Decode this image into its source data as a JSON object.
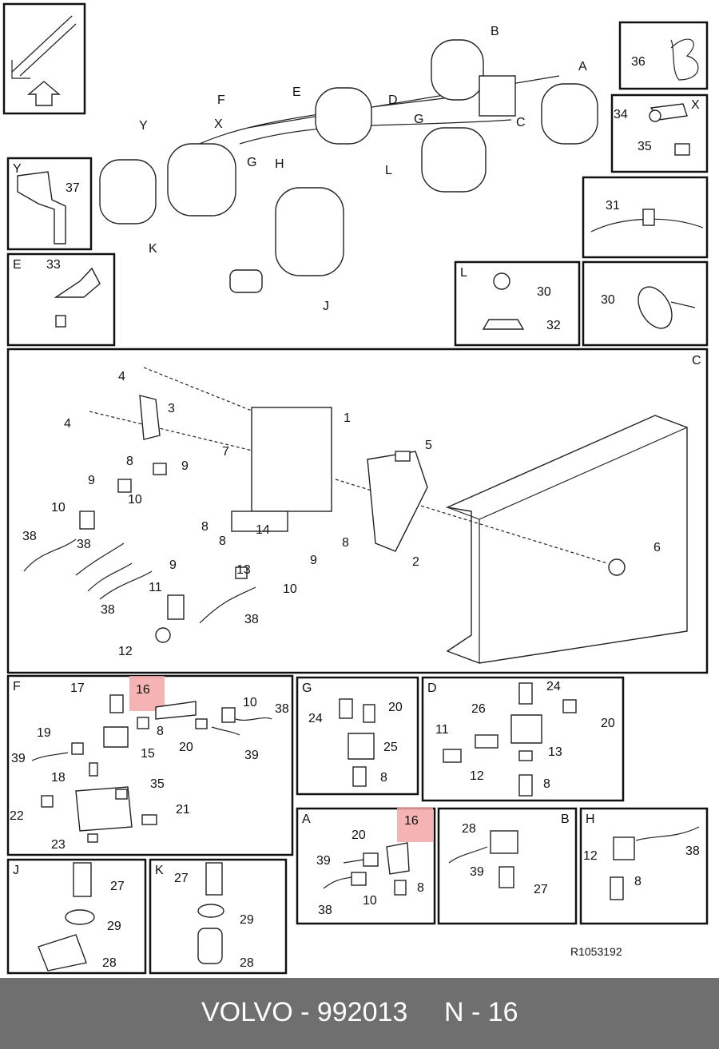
{
  "diagram": {
    "reference": "R1053192",
    "panels": [
      {
        "id": "E",
        "callouts": [
          "33"
        ]
      },
      {
        "id": "Y",
        "callouts": [
          "37"
        ]
      },
      {
        "id": "C",
        "callouts": [
          "1",
          "2",
          "3",
          "4",
          "4",
          "5",
          "6",
          "7",
          "8",
          "8",
          "8",
          "8",
          "9",
          "9",
          "9",
          "9",
          "10",
          "10",
          "10",
          "11",
          "12",
          "13",
          "14",
          "38",
          "38",
          "38",
          "38"
        ]
      },
      {
        "id": "F",
        "callouts": [
          "16",
          "17",
          "10",
          "38",
          "19",
          "8",
          "15",
          "20",
          "39",
          "39",
          "18",
          "35",
          "22",
          "21",
          "23"
        ]
      },
      {
        "id": "G",
        "callouts": [
          "24",
          "20",
          "25",
          "8"
        ]
      },
      {
        "id": "D",
        "callouts": [
          "24",
          "26",
          "20",
          "11",
          "13",
          "12",
          "8"
        ]
      },
      {
        "id": "A",
        "callouts": [
          "16",
          "20",
          "39",
          "8",
          "10",
          "38"
        ]
      },
      {
        "id": "B",
        "callouts": [
          "28",
          "39",
          "27"
        ]
      },
      {
        "id": "H",
        "callouts": [
          "12",
          "38",
          "8"
        ]
      },
      {
        "id": "J",
        "callouts": [
          "27",
          "29",
          "28"
        ]
      },
      {
        "id": "K",
        "callouts": [
          "27",
          "29",
          "28"
        ]
      },
      {
        "id": "L",
        "callouts": [
          "30",
          "32"
        ]
      },
      {
        "id": "X",
        "callouts": [
          "34",
          "35"
        ]
      }
    ],
    "overview_labels": [
      "A",
      "B",
      "C",
      "D",
      "E",
      "F",
      "G",
      "G",
      "H",
      "J",
      "K",
      "L",
      "X",
      "Y"
    ],
    "extra_callouts": [
      "36",
      "31",
      "30"
    ],
    "highlight_color": "#f3a6a6"
  },
  "footer": {
    "brand_part": "VOLVO - 992013",
    "page": "N - 16"
  }
}
